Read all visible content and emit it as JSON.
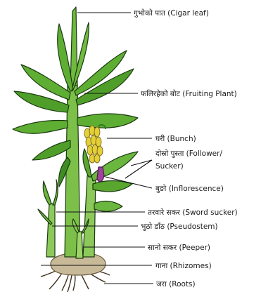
{
  "labels": {
    "cigar_leaf": "गुभोको पात (Cigar leaf)",
    "fruiting_plant": "फलिरहेको बोट (Fruiting Plant)",
    "bunch": "घरी (Bunch)",
    "follower_line1": "दोस्रो पुस्ता (Follower/",
    "follower_line2": "Sucker)",
    "inflorescence": "बुङो (Inflorescence)",
    "sword_sucker": "तरवारे सकर (Sword sucker)",
    "pseudostem": "भुठो डाँठ (Pseudostem)",
    "peeper": "सानो सकर (Peeper)",
    "rhizomes": "गाना (Rhizomes)",
    "roots": "जरा (Roots)"
  },
  "colors": {
    "leaf": "#5fae34",
    "leaf_dark": "#2f7a1c",
    "stem": "#7cc04a",
    "fruit": "#e3cf3a",
    "flower": "#a0439c",
    "rhizome": "#b9a98c",
    "root": "#5b4a32"
  }
}
